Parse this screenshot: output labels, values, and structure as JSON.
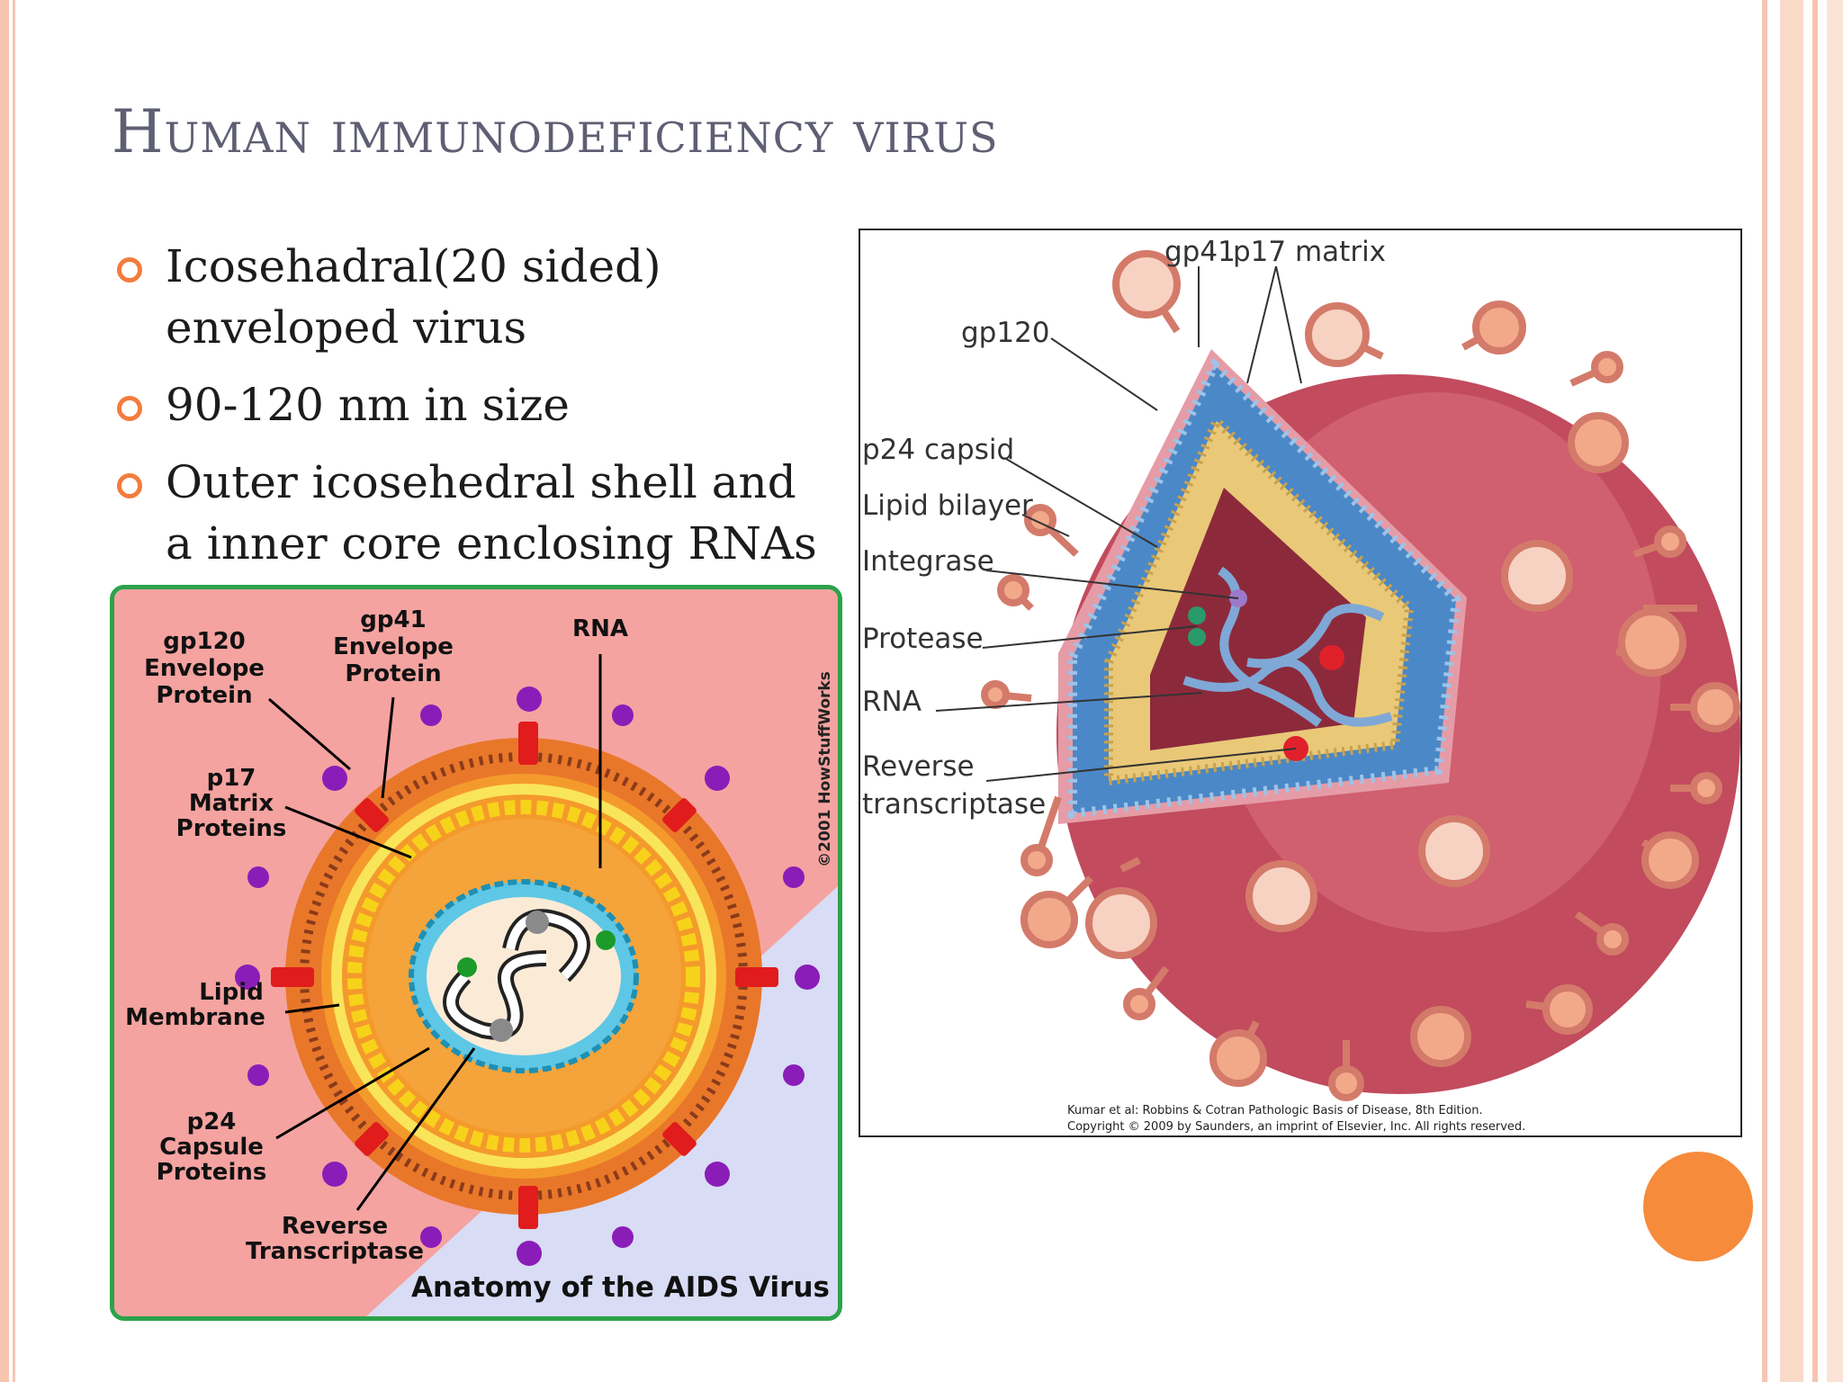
{
  "slide": {
    "title": "Human immunodeficiency virus",
    "bullets": [
      "Icosehadral(20 sided) enveloped virus",
      "90-120 nm in size",
      "Outer icosehedral shell and a inner core enclosing RNAs"
    ]
  },
  "figure_left": {
    "labels": {
      "gp120": "gp120",
      "gp120_sub": "Envelope",
      "gp120_sub2": "Protein",
      "gp41": "gp41",
      "gp41_sub": "Envelope",
      "gp41_sub2": "Protein",
      "rna": "RNA",
      "p17": "p17",
      "p17_sub": "Matrix",
      "p17_sub2": "Proteins",
      "lipid": "Lipid",
      "lipid_sub": "Membrane",
      "p24": "p24",
      "p24_sub": "Capsule",
      "p24_sub2": "Proteins",
      "rt": "Reverse",
      "rt_sub": "Transcriptase",
      "copyright": "©2001 HowStuffWorks",
      "caption": "Anatomy of the AIDS Virus"
    }
  },
  "figure_right": {
    "labels": {
      "gp41": "gp41",
      "p17": "p17 matrix",
      "gp120": "gp120",
      "p24": "p24 capsid",
      "lipid": "Lipid bilayer",
      "integrase": "Integrase",
      "protease": "Protease",
      "rna": "RNA",
      "rt1": "Reverse",
      "rt2": "transcriptase",
      "credit1": "Kumar et al: Robbins & Cotran Pathologic Basis of Disease, 8th Edition.",
      "credit2": "Copyright © 2009 by Saunders, an imprint of Elsevier, Inc. All rights reserved."
    }
  },
  "colors": {
    "accent": "#f68b3c",
    "title": "#5e5f73",
    "frame": "#f7c4b0",
    "figure_border": "#2ba34a"
  }
}
